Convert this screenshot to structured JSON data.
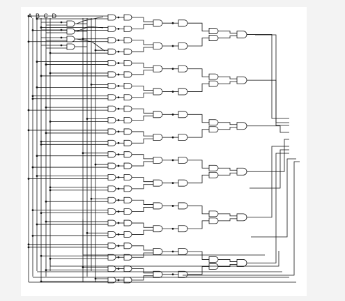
{
  "diagram": {
    "input_label": "A B C D",
    "inputs": [
      "A",
      "B",
      "C",
      "D"
    ],
    "gate_symbol": "and-gate-icon",
    "colors": {
      "wire": "#111111",
      "sheet": "#ffffff",
      "background": "#f3f3f3"
    }
  }
}
